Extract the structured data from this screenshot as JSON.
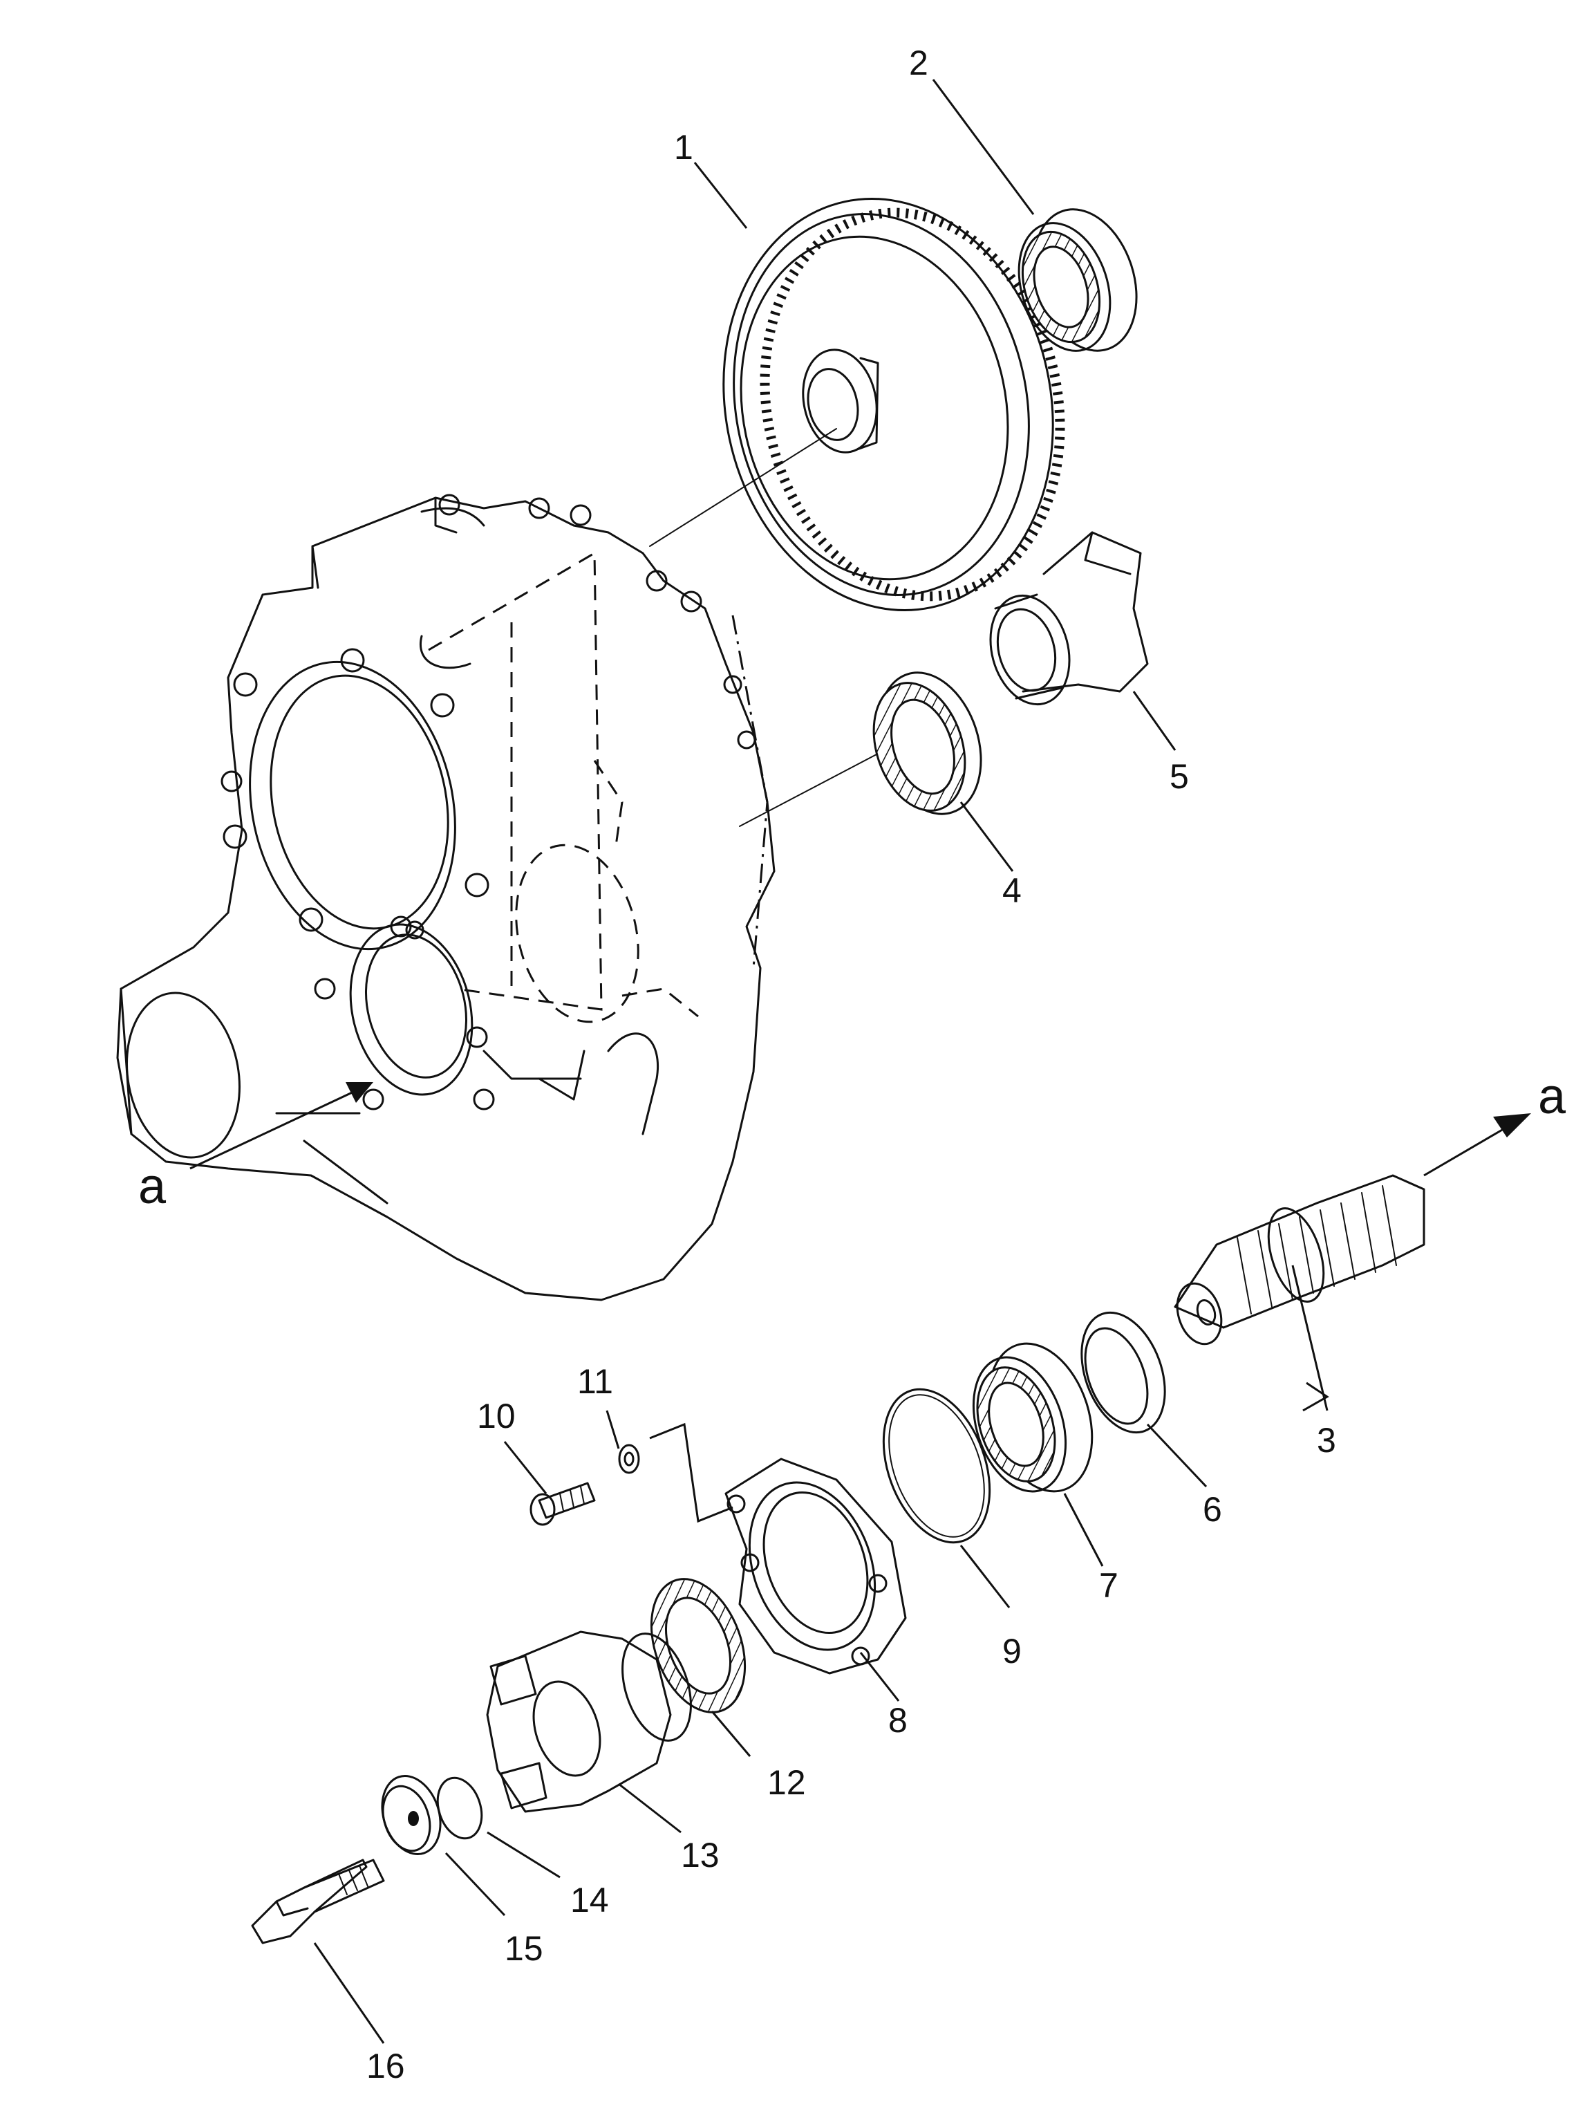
{
  "callouts": {
    "c1": "1",
    "c2": "2",
    "c3": "3",
    "c4": "4",
    "c5": "5",
    "c6": "6",
    "c7": "7",
    "c8": "8",
    "c9": "9",
    "c10": "10",
    "c11": "11",
    "c12": "12",
    "c13": "13",
    "c14": "14",
    "c15": "15",
    "c16": "16"
  },
  "view_markers": {
    "left": "a",
    "right": "a"
  }
}
